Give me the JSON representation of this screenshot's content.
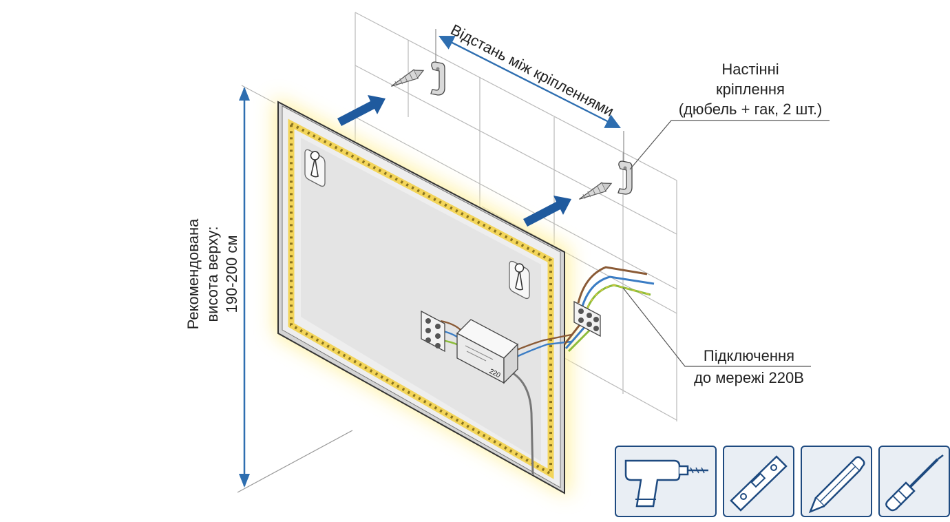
{
  "labels": {
    "distance": "Відстань між кріпленнями",
    "mounts": [
      "Настінні",
      "кріплення",
      "(дюбель + гак, 2 шт.)"
    ],
    "height": [
      "Рекомендована",
      "висота верху:",
      "190-200 см"
    ],
    "connection": [
      "Підключення",
      "до мережі 220В"
    ],
    "driver_mark": "220"
  },
  "tools": [
    {
      "icon": "drill-icon"
    },
    {
      "icon": "spirit-level-icon"
    },
    {
      "icon": "pencil-icon"
    },
    {
      "icon": "screwdriver-icon"
    }
  ],
  "colors": {
    "accent_blue": "#2e6eb0",
    "arrow_blue": "#1f5a9e",
    "led_yellow": "#f3d55a",
    "glow": "#fff3b0",
    "wire_brown": "#8a5a35",
    "wire_blue": "#3a7cc4",
    "wire_green": "#8cbc3a",
    "wire_yellow": "#e2c83c"
  }
}
